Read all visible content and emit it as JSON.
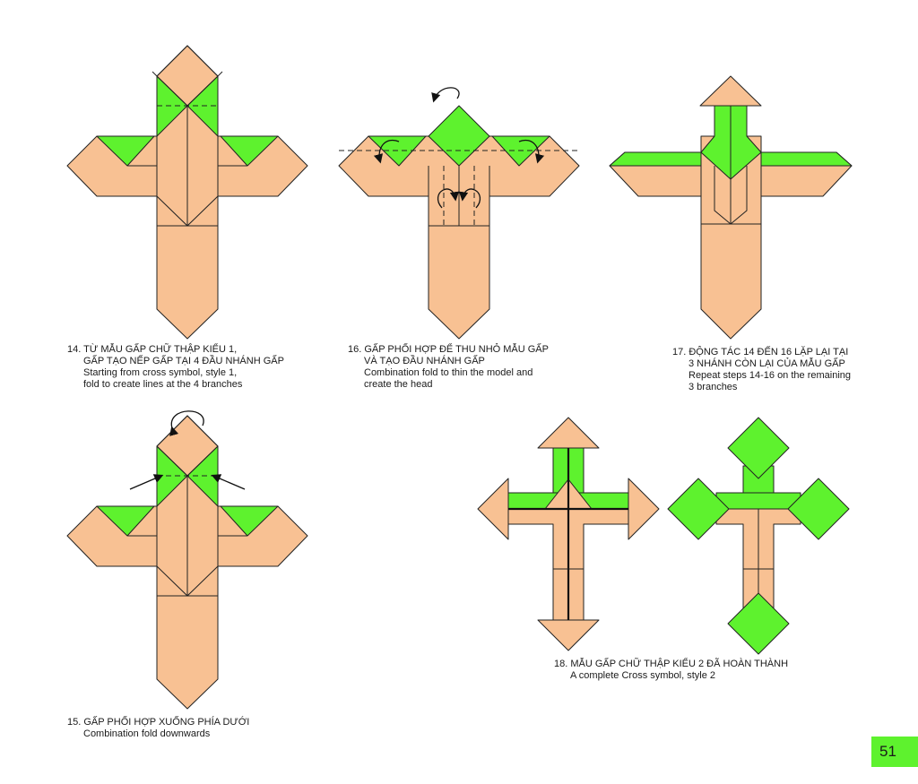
{
  "steps": [
    {
      "number": "14",
      "lines": [
        "14. TỪ MẪU GẤP CHỮ THẬP KIỂU 1,",
        "GẤP TẠO NẾP GẤP TẠI 4 ĐẦU NHÁNH GẤP",
        "Starting from cross symbol, style 1,",
        "fold to create lines at the 4 branches"
      ]
    },
    {
      "number": "15",
      "lines": [
        "15. GẤP PHỐI HỢP XUỐNG PHÍA DƯỚI",
        "Combination fold downwards"
      ]
    },
    {
      "number": "16",
      "lines": [
        "16. GẤP PHỐI HỢP ĐỂ THU NHỎ MẪU GẤP",
        "VÀ TẠO ĐẦU NHÁNH GẤP",
        "Combination fold to thin the model and",
        "create the head"
      ]
    },
    {
      "number": "17",
      "lines": [
        "17. ĐỘNG TÁC 14 ĐẾN 16 LẶP LẠI TẠI",
        "3 NHÁNH CÒN LẠI CỦA MẪU GẤP",
        "Repeat steps 14-16 on the remaining",
        "3 branches"
      ]
    },
    {
      "number": "18",
      "lines": [
        "18. MẪU GẤP CHỮ THẬP KIỂU 2 ĐÃ HOÀN THÀNH",
        "A complete Cross symbol, style 2"
      ]
    }
  ],
  "page_number": "51",
  "colors": {
    "paper_front": "#f8c193",
    "paper_back": "#5ef22e",
    "page_badge": "#5ef22e"
  }
}
